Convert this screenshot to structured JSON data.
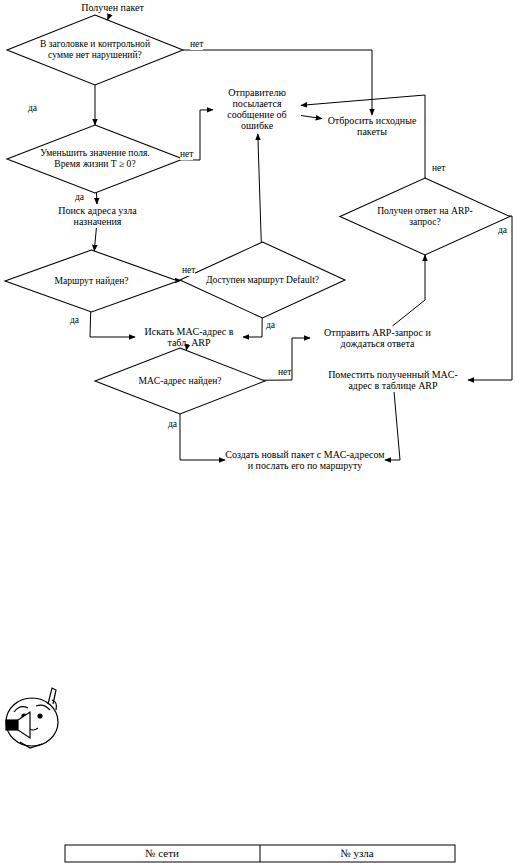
{
  "diagram": {
    "nodes": [
      {
        "text": [
          "Получен пакет"
        ]
      },
      {
        "text": [
          "В заголовке и контрольной сумме нет нарушений?"
        ]
      },
      {
        "text": [
          "Уменьшить значение поля. Время жизни T ≥ 0?"
        ]
      },
      {
        "text": [
          "Отправителю посылается сообщение об ошибке"
        ]
      },
      {
        "text": [
          "Отбросить исходные пакеты"
        ]
      },
      {
        "text": [
          "Поиск адреса узла назначения"
        ]
      },
      {
        "text": [
          "Получен ответ на ARP-запрос?"
        ]
      },
      {
        "text": [
          "Маршрут найден?"
        ]
      },
      {
        "text": [
          "Доступен маршрут Default?"
        ]
      },
      {
        "text": [
          "Искать MAC-адрес в табл. ARP"
        ]
      },
      {
        "text": [
          "Отправить ARP-запрос и дождаться ответа"
        ]
      },
      {
        "text": [
          "MAC-адрес найден?"
        ]
      },
      {
        "text": [
          "Поместить полученный MAC-адрес в таблице ARP"
        ]
      },
      {
        "text": [
          "Создать новый пакет с MAC-адресом и послать его по маршруту"
        ]
      }
    ],
    "edges": [
      {
        "from": 0,
        "to": 1,
        "arrow": "to"
      },
      {
        "from": 1,
        "to": 2,
        "label": "да",
        "arrow": "to"
      },
      {
        "from": 1,
        "to": 4,
        "label": "нет",
        "arrow": "to"
      },
      {
        "from": 2,
        "to": 3,
        "label": "нет",
        "arrow": "to"
      },
      {
        "from": 2,
        "to": 5,
        "label": "да",
        "arrow": "to"
      },
      {
        "from": 3,
        "to": 4,
        "arrow": "to"
      },
      {
        "from": 5,
        "to": 7,
        "arrow": "to"
      },
      {
        "from": 7,
        "to": 8,
        "label": "нет",
        "arrow": "to"
      },
      {
        "from": 7,
        "to": 9,
        "label": "да",
        "arrow": "to"
      },
      {
        "from": 8,
        "to": 9,
        "label": "да",
        "arrow": "to"
      },
      {
        "from": 8,
        "to": 3,
        "arrow": "to"
      },
      {
        "from": 9,
        "to": 11,
        "arrow": "to"
      },
      {
        "from": 11,
        "to": 13,
        "label": "да",
        "arrow": "to"
      },
      {
        "from": 11,
        "to": 10,
        "label": "нет",
        "arrow": "to"
      },
      {
        "from": 10,
        "to": 6,
        "arrow": "to"
      },
      {
        "from": 6,
        "to": 12,
        "label": "да",
        "arrow": "to"
      },
      {
        "from": 6,
        "to": 3,
        "label": "нет",
        "arrow": "to"
      },
      {
        "from": 12,
        "to": 13,
        "arrow": "to"
      }
    ],
    "labels": [
      "№ сети",
      "№ узла"
    ]
  }
}
